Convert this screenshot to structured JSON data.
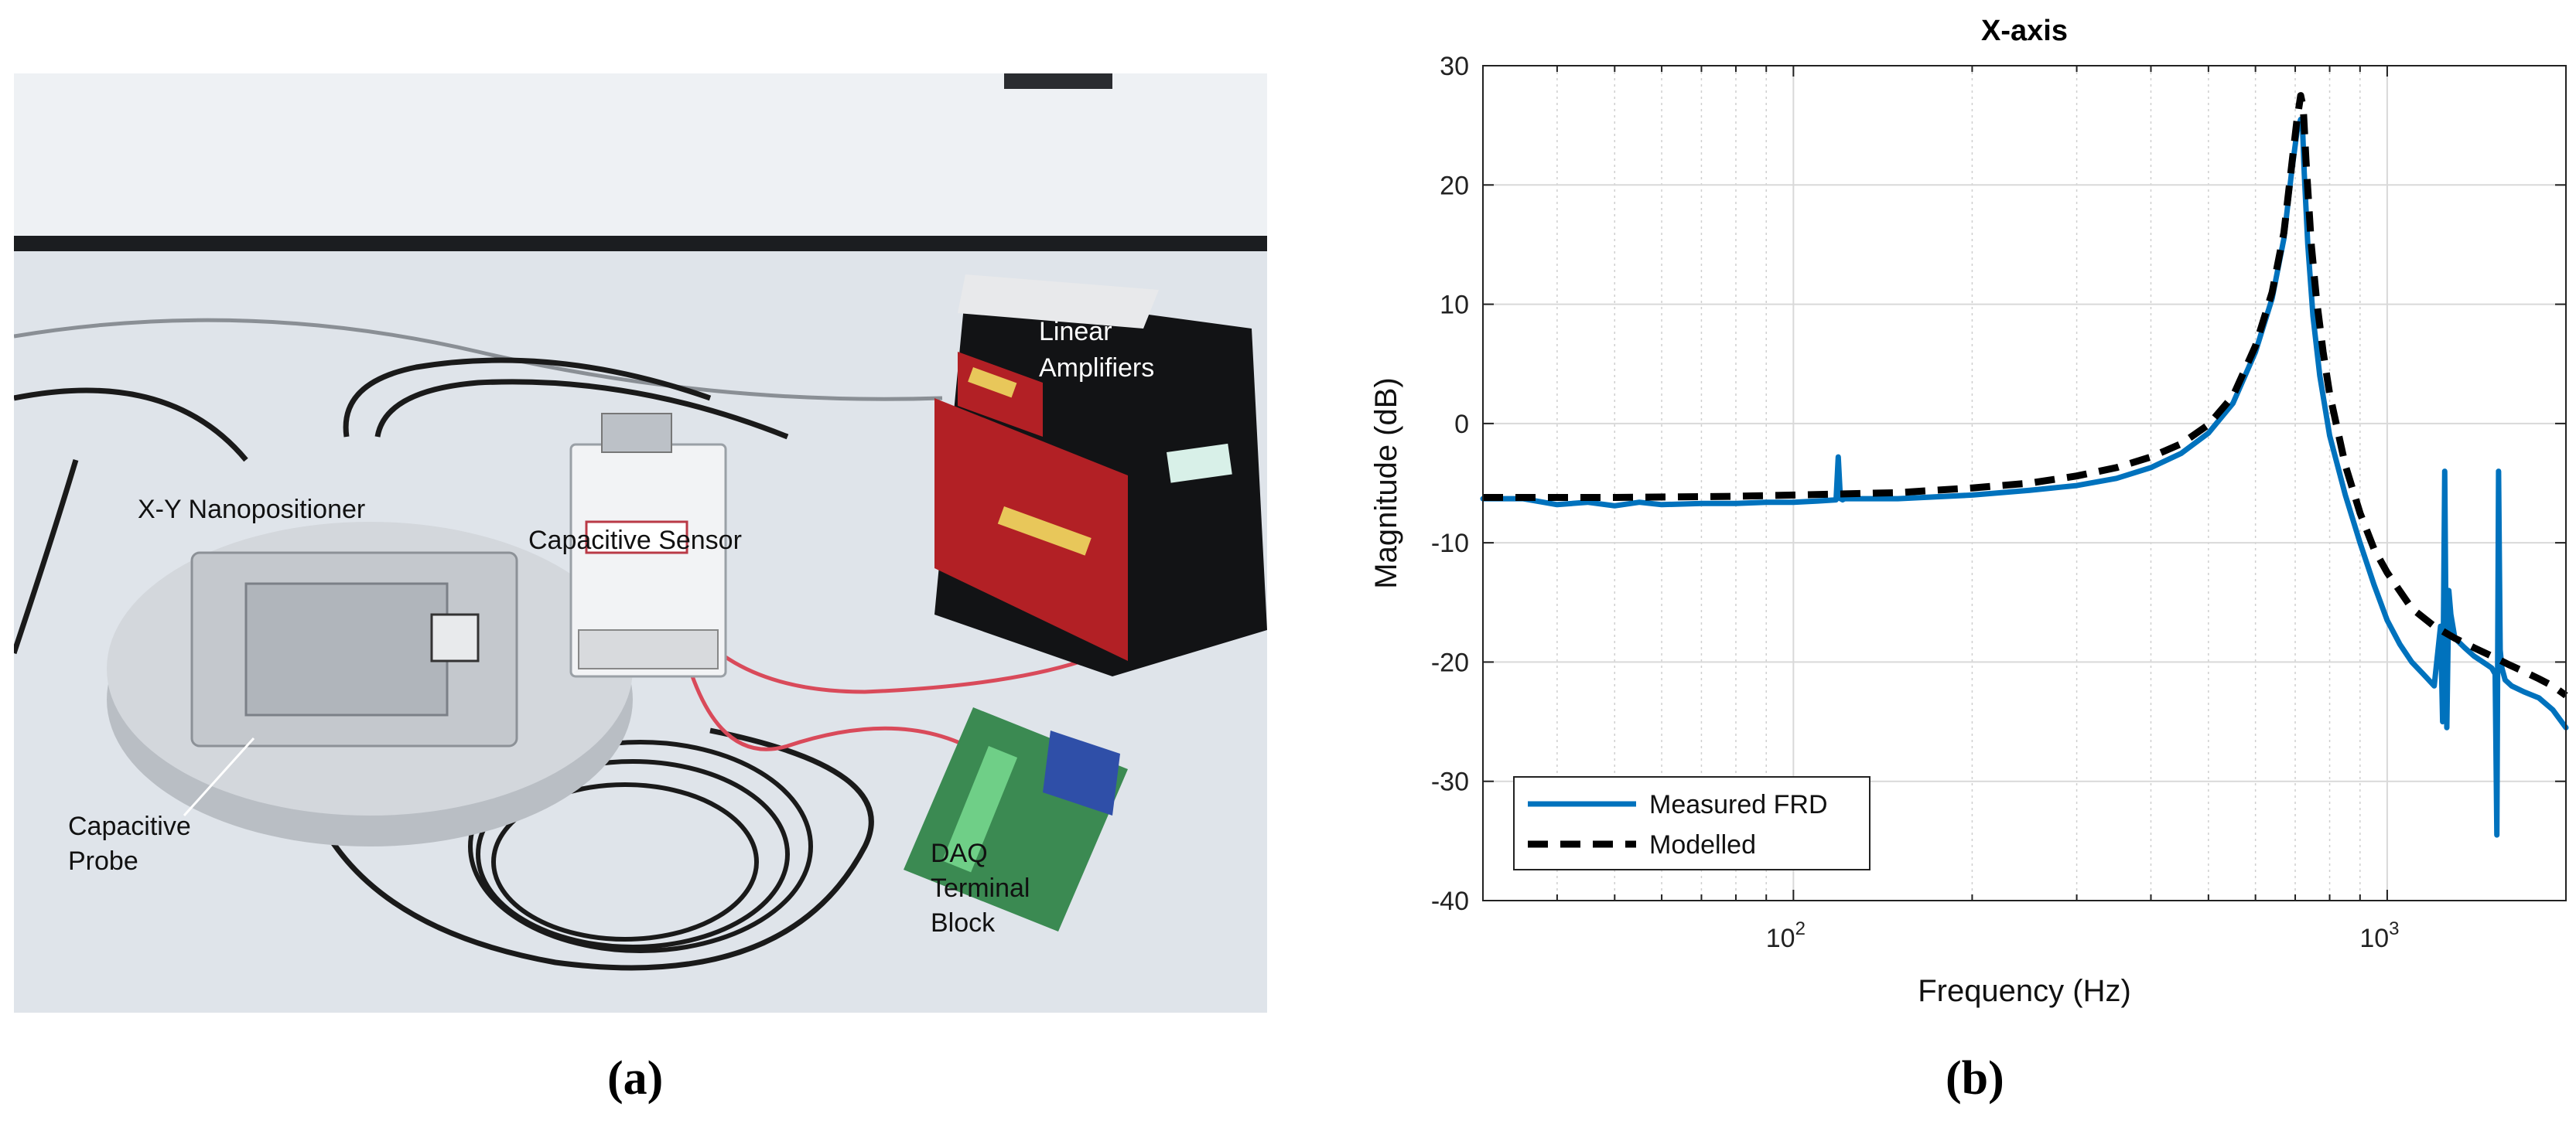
{
  "photo": {
    "labels": {
      "linear_amplifiers_1": "Linear",
      "linear_amplifiers_2": "Amplifiers",
      "nanopositioner": "X-Y Nanopositioner",
      "capacitive_sensor": "Capacitive Sensor",
      "capacitive_probe_1": "Capacitive",
      "capacitive_probe_2": "Probe",
      "daq_1": "DAQ",
      "daq_2": "Terminal",
      "daq_3": "Block"
    },
    "caption": "(a)"
  },
  "chart_caption": "(b)",
  "chart_data": {
    "type": "line",
    "title": "X-axis",
    "xlabel": "Frequency  (Hz)",
    "ylabel": "Magnitude (dB)",
    "xscale": "log",
    "xlim": [
      30,
      2000
    ],
    "ylim": [
      -40,
      30
    ],
    "yticks": [
      -40,
      -30,
      -20,
      -10,
      0,
      10,
      20,
      30
    ],
    "xticks": [
      {
        "value": 100,
        "base": "10",
        "exp": "2"
      },
      {
        "value": 1000,
        "base": "10",
        "exp": "3"
      }
    ],
    "grid": true,
    "legend_position": "bottom-left",
    "series": [
      {
        "name": "Measured FRD",
        "color": "#0072BD",
        "style": "solid",
        "x": [
          30,
          35,
          40,
          45,
          50,
          55,
          60,
          70,
          80,
          90,
          100,
          110,
          118,
          119,
          120,
          121,
          122,
          130,
          150,
          200,
          250,
          300,
          350,
          400,
          450,
          500,
          550,
          600,
          640,
          670,
          690,
          705,
          715,
          720,
          725,
          735,
          750,
          770,
          800,
          850,
          900,
          950,
          1000,
          1050,
          1100,
          1150,
          1200,
          1230,
          1240,
          1250,
          1260,
          1270,
          1280,
          1290,
          1300,
          1350,
          1400,
          1450,
          1500,
          1520,
          1530,
          1540,
          1550,
          1560,
          1580,
          1620,
          1700,
          1800,
          1900,
          2000
        ],
        "y": [
          -6.3,
          -6.3,
          -6.8,
          -6.6,
          -6.9,
          -6.6,
          -6.8,
          -6.7,
          -6.7,
          -6.6,
          -6.6,
          -6.5,
          -6.4,
          -2.8,
          -6.3,
          -6.4,
          -6.3,
          -6.3,
          -6.3,
          -6.0,
          -5.6,
          -5.2,
          -4.6,
          -3.7,
          -2.5,
          -0.8,
          1.7,
          6.0,
          10.5,
          15.5,
          21.0,
          24.5,
          25.5,
          25.0,
          21.0,
          15.0,
          9.0,
          4.0,
          -1.0,
          -6.0,
          -10.0,
          -13.5,
          -16.5,
          -18.5,
          -20.0,
          -21.0,
          -22.0,
          -17.0,
          -25.0,
          -4.0,
          -25.5,
          -14.0,
          -16.0,
          -17.0,
          -18.0,
          -18.8,
          -19.5,
          -20.0,
          -20.5,
          -21.0,
          -34.5,
          -4.0,
          -19.0,
          -20.5,
          -21.5,
          -22.0,
          -22.5,
          -23.0,
          -24.0,
          -25.5
        ]
      },
      {
        "name": "Modelled",
        "color": "#000000",
        "style": "dashed",
        "x": [
          30,
          50,
          80,
          100,
          150,
          200,
          250,
          300,
          350,
          400,
          450,
          500,
          550,
          600,
          640,
          670,
          690,
          705,
          715,
          722,
          730,
          745,
          760,
          780,
          800,
          850,
          900,
          950,
          1000,
          1100,
          1200,
          1300,
          1400,
          1500,
          1600,
          1700,
          1800,
          1900,
          2000
        ],
        "y": [
          -6.2,
          -6.2,
          -6.1,
          -6.0,
          -5.8,
          -5.4,
          -5.0,
          -4.4,
          -3.7,
          -2.8,
          -1.7,
          -0.1,
          2.3,
          6.5,
          11.0,
          16.0,
          21.5,
          25.5,
          27.5,
          26.5,
          22.0,
          15.0,
          10.5,
          6.0,
          2.5,
          -3.5,
          -7.5,
          -10.5,
          -12.5,
          -15.5,
          -17.0,
          -18.0,
          -18.8,
          -19.5,
          -20.2,
          -20.8,
          -21.4,
          -22.0,
          -22.8
        ]
      }
    ]
  }
}
